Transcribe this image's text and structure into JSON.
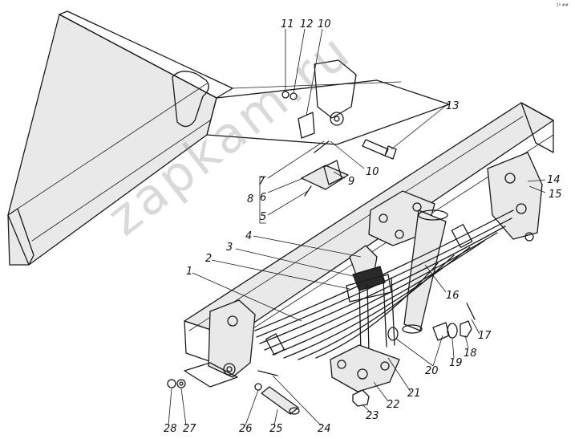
{
  "watermark": "zapkam.ru",
  "corner_mark": "1ª ##",
  "callouts": [
    "1",
    "2",
    "3",
    "4",
    "5",
    "6",
    "7",
    "8",
    "9",
    "10",
    "11",
    "12",
    "13",
    "14",
    "15",
    "16",
    "17",
    "18",
    "19",
    "20",
    "21",
    "22",
    "23",
    "24",
    "25",
    "26",
    "27",
    "28"
  ]
}
